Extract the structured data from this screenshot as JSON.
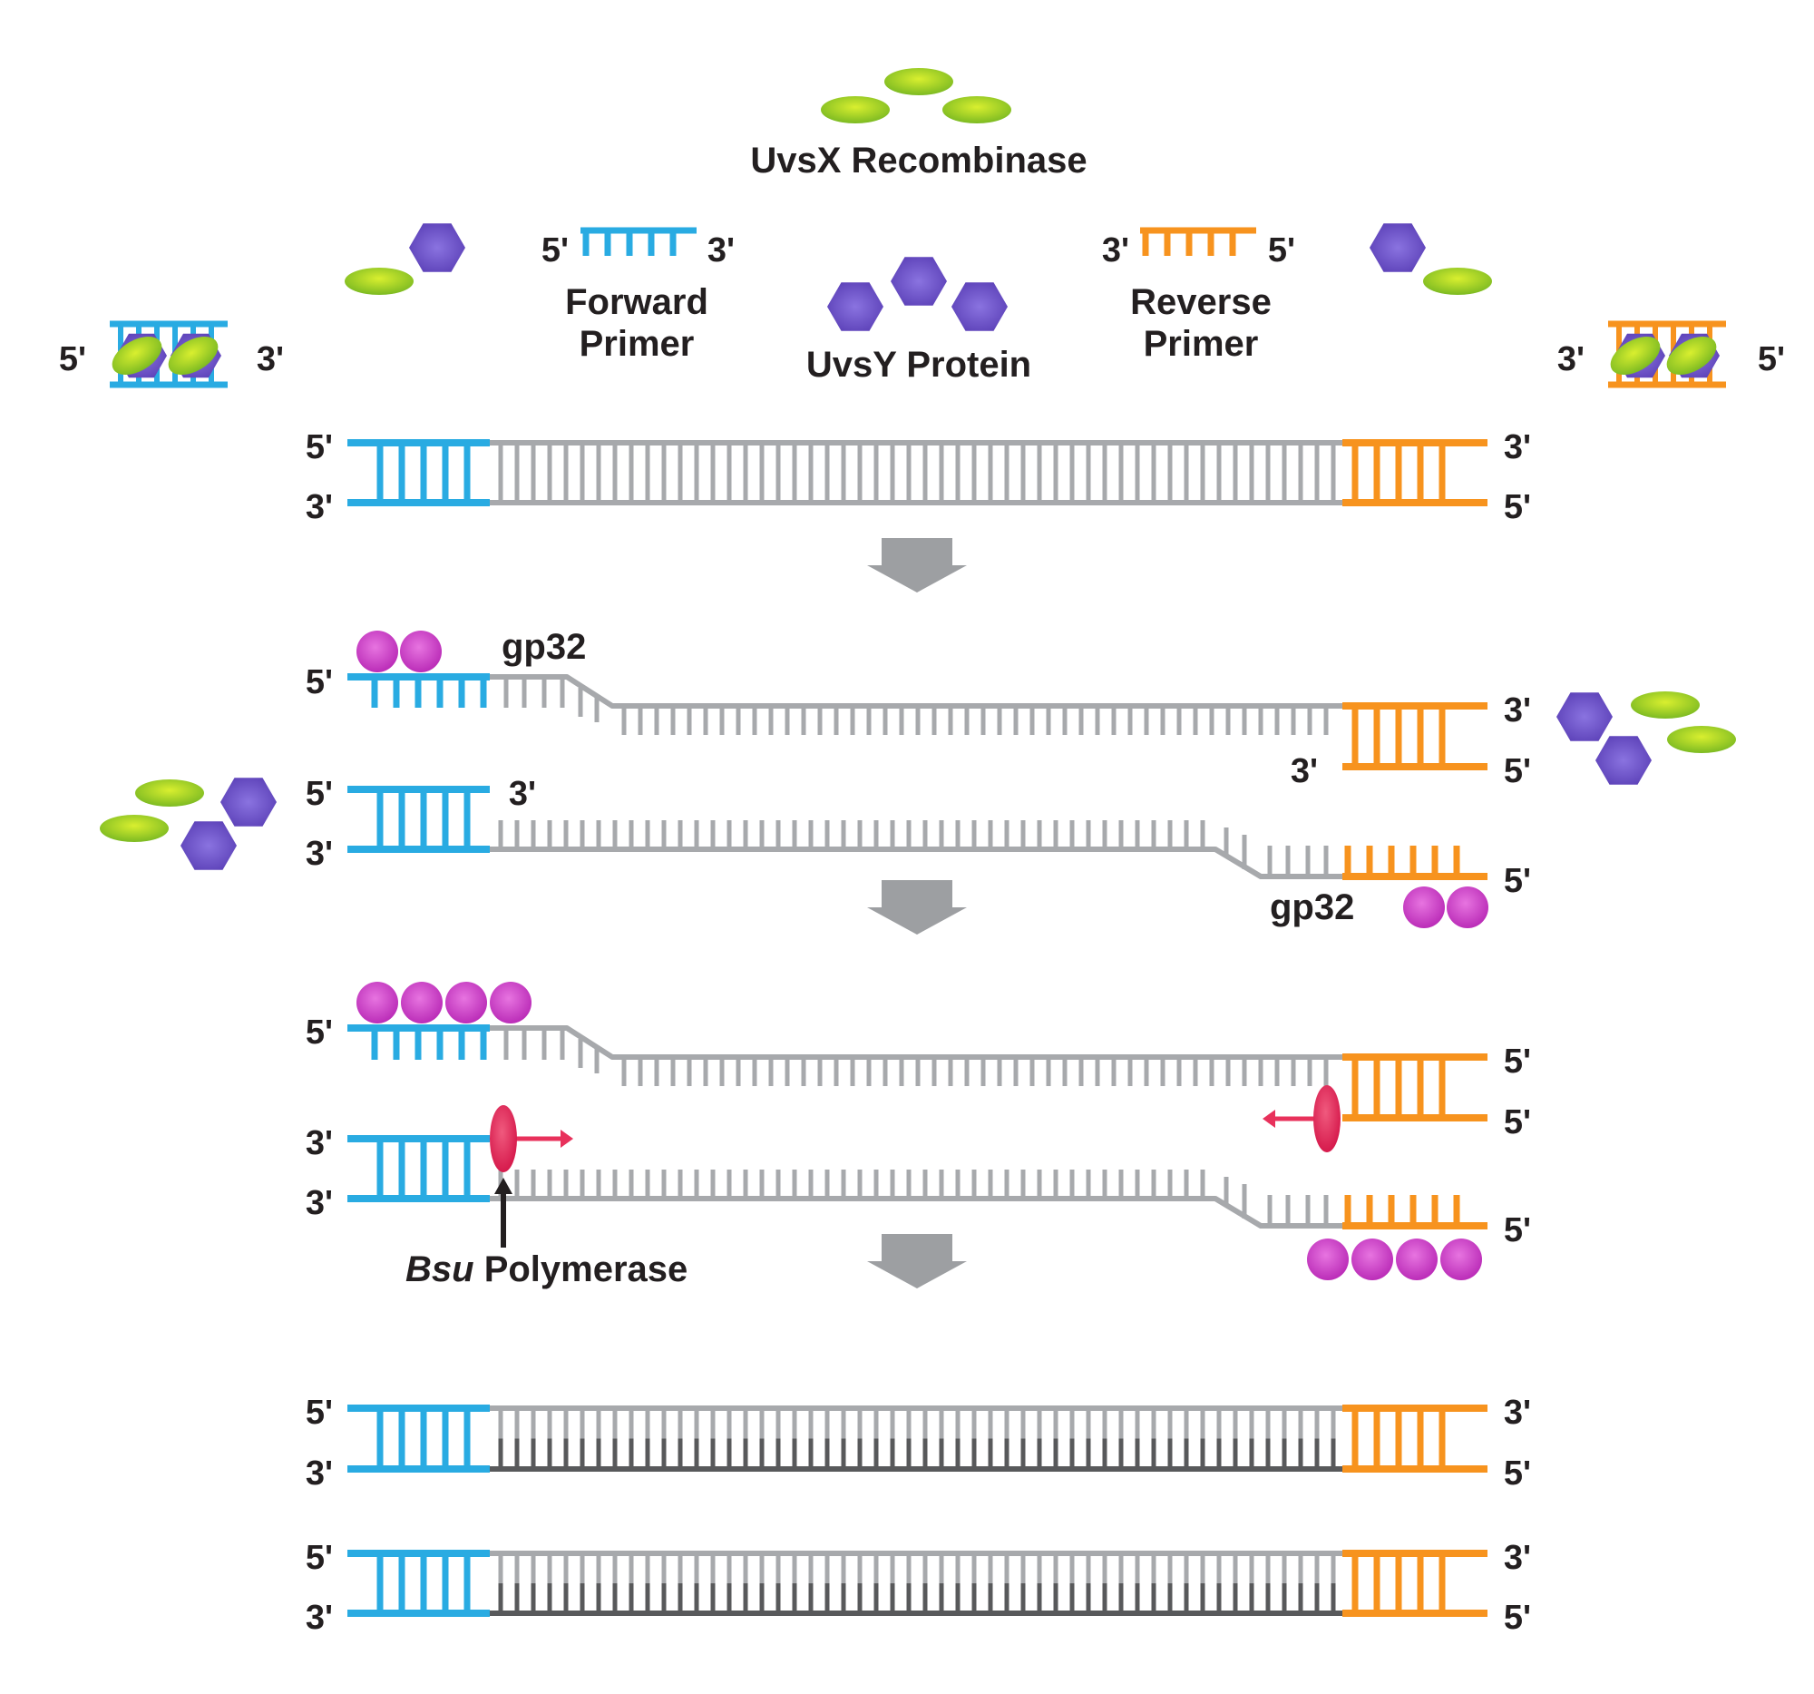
{
  "labels": {
    "uvsx": "UvsX Recombinase",
    "uvsy": "UvsY Protein",
    "forward_primer": [
      "Forward",
      "Primer"
    ],
    "reverse_primer": [
      "Reverse",
      "Primer"
    ],
    "gp32": "gp32",
    "bsu_italic": "Bsu",
    "bsu_rest": " Polymerase",
    "five": "5'",
    "three": "3'"
  },
  "colors": {
    "forward": "#29abe2",
    "reverse": "#f7931e",
    "template": "#a7a9ac",
    "new_strand": "#58595b",
    "uvsx": "#8cc63f",
    "uvsy": "#6a4fc4",
    "gp32": "#d23fc4",
    "polymerase": "#e8315b",
    "step_arrow": "#9d9fa2",
    "text": "#231f20"
  }
}
